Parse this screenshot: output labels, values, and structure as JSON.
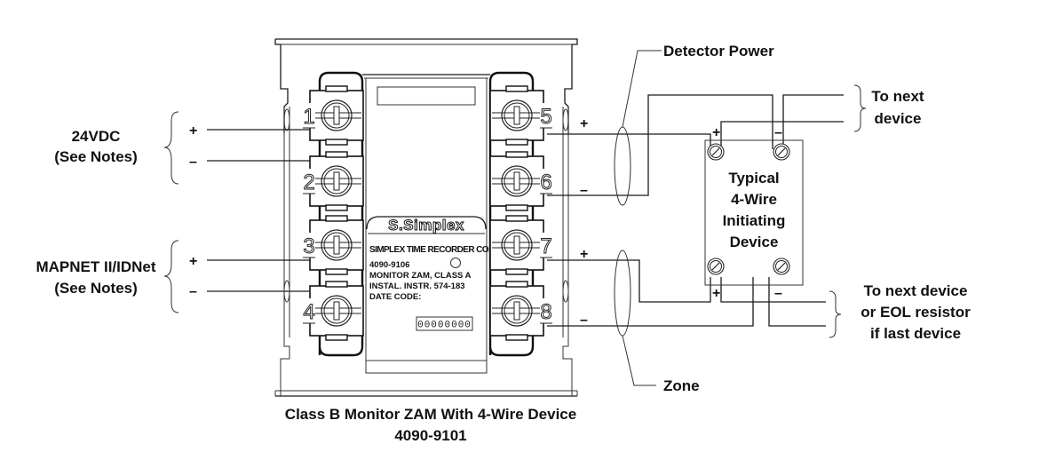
{
  "diagram": {
    "caption": {
      "line1": "Class B Monitor ZAM With 4-Wire Device",
      "line2": "4090-9101"
    },
    "left_groups": [
      {
        "label_line1": "24VDC",
        "label_line2": "(See Notes)",
        "plus": "+",
        "minus": "–"
      },
      {
        "label_line1": "MAPNET II/IDNet",
        "label_line2": "(See Notes)",
        "plus": "+",
        "minus": "–"
      }
    ],
    "terminals": [
      "1",
      "2",
      "3",
      "4",
      "5",
      "6",
      "7",
      "8"
    ],
    "module_plate": {
      "brand": "S.Simplex",
      "manufacturer": "SIMPLEX TIME RECORDER CO.",
      "part_number": "4090-9106",
      "description": "MONITOR ZAM,  CLASS A",
      "instructions": "INSTAL.  INSTR.  574-183",
      "date_code_label": "DATE CODE:",
      "date_code_value": "00000000"
    },
    "right_side": {
      "detector_power_label": "Detector Power",
      "zone_label": "Zone",
      "terminal_signs": {
        "t5": "+",
        "t6": "–",
        "t7": "+",
        "t8": "–"
      },
      "device": {
        "line1": "Typical",
        "line2": "4-Wire",
        "line3": "Initiating",
        "line4": "Device",
        "top_plus": "+",
        "top_minus": "–",
        "bottom_plus": "+",
        "bottom_minus": "–"
      },
      "to_next_device": {
        "line1": "To next",
        "line2": "device"
      },
      "to_next_or_eol": {
        "line1": "To next device",
        "line2": "or EOL resistor",
        "line3": "if last device"
      }
    }
  }
}
